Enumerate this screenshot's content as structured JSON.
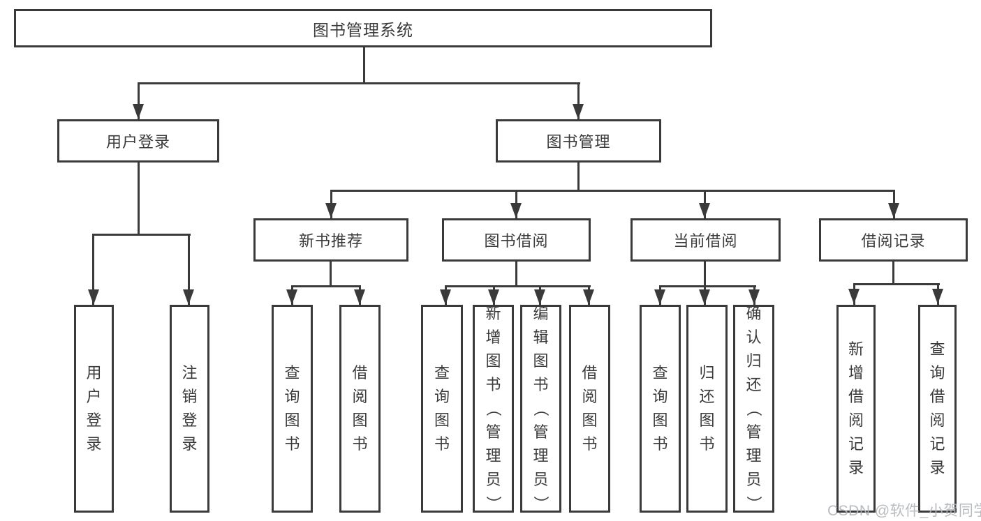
{
  "colors": {
    "line": "#3a3a3a",
    "text": "#3a3a3a",
    "background": "#ffffff",
    "watermark": "#b3b6ba"
  },
  "tree": {
    "root": "图书管理系统",
    "branches": [
      {
        "label": "用户登录",
        "leaves": [
          "用户登录",
          "注销登录"
        ]
      },
      {
        "label": "图书管理",
        "groups": [
          {
            "label": "新书推荐",
            "leaves": [
              "查询图书",
              "借阅图书"
            ]
          },
          {
            "label": "图书借阅",
            "leaves": [
              "查询图书",
              "新增图书（管理员）",
              "编辑图书（管理员）",
              "借阅图书"
            ]
          },
          {
            "label": "当前借阅",
            "leaves": [
              "查询图书",
              "归还图书",
              "确认归还（管理员）"
            ]
          },
          {
            "label": "借阅记录",
            "leaves": [
              "新增借阅记录",
              "查询借阅记录"
            ]
          }
        ]
      }
    ]
  },
  "watermark": "CSDN @软件_小贺同学"
}
